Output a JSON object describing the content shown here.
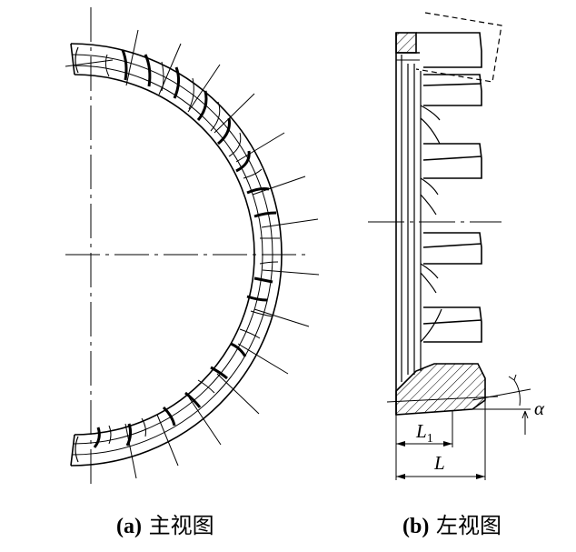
{
  "captions": {
    "a_tag": "(a)",
    "a_text": "主视图",
    "b_tag": "(b)",
    "b_text": "左视图"
  },
  "labels": {
    "alpha": "α",
    "L1_main": "L",
    "L1_sub": "1",
    "L": "L"
  },
  "colors": {
    "line": "#000000",
    "background": "#ffffff"
  }
}
